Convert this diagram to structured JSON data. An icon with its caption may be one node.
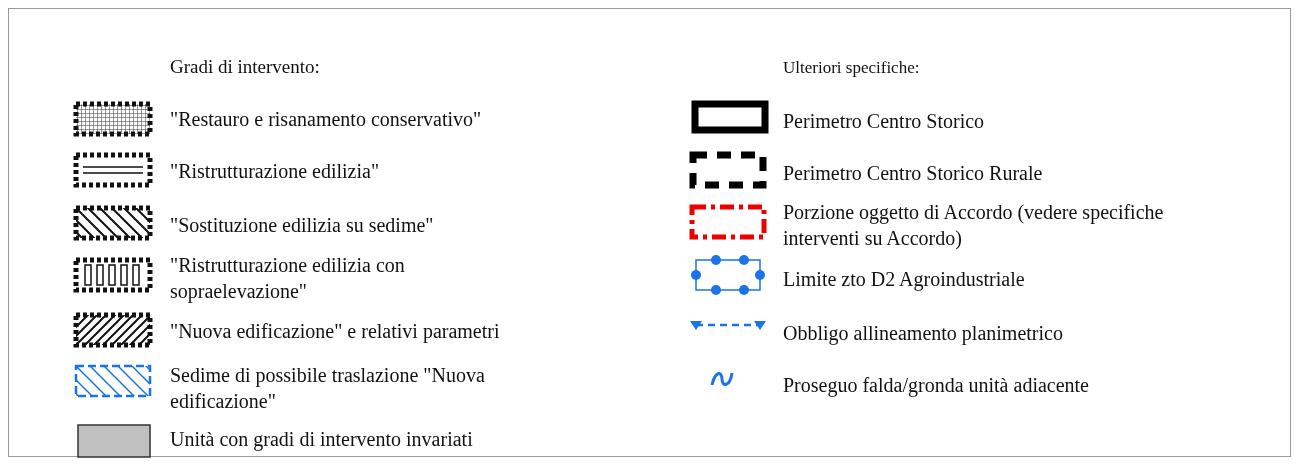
{
  "diagram": {
    "labels": [
      "Gradi di intervento:",
      "Ulteriori specifiche:"
    ],
    "legend": [
      {
        "text": "\"Restauro e risanamento conservativo\""
      },
      {
        "text": "\"Ristrutturazione edilizia\""
      },
      {
        "text": "\"Sostituzione edilizia su sedime\""
      },
      {
        "text": "\"Ristrutturazione edilizia con sopraelevazione\""
      },
      {
        "text": "\"Nuova edificazione\" e relativi parametri"
      },
      {
        "text": "Sedime di possibile traslazione \"Nuova edificazione\""
      },
      {
        "text": "Unità con gradi di intervento invariati",
        "color": "#c0c0c0"
      },
      {
        "text": "Perimetro Centro Storico"
      },
      {
        "text": "Perimetro Centro Storico Rurale"
      },
      {
        "text": "Porzione oggetto di Accordo (vedere specifiche interventi su Accordo)"
      },
      {
        "text": "Limite zto D2 Agroindustriale"
      },
      {
        "text": "Obbligo allineamento planimetrico"
      },
      {
        "text": "Proseguo falda/gronda unità adiacente"
      }
    ]
  }
}
